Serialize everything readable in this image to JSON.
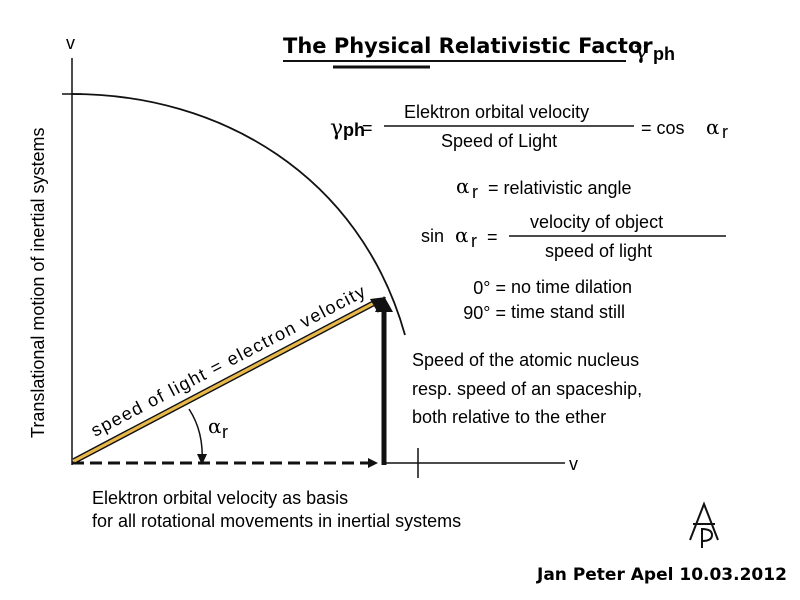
{
  "title": {
    "main": "The Physical Relativistic Factor",
    "symbol": "γ",
    "subscript": "ph"
  },
  "axes": {
    "y_label": "Translational motion of inertial systems",
    "y_top_label": "v",
    "x_right_label": "v"
  },
  "formula1": {
    "lhs_symbol": "γ",
    "lhs_subscript": "ph",
    "equals": "=",
    "numerator": "Elektron orbital velocity",
    "denominator": "Speed of Light",
    "rhs_prefix": "= cos",
    "rhs_symbol": "α",
    "rhs_subscript": "r"
  },
  "definition": {
    "symbol": "α",
    "subscript": "r",
    "text": "= relativistic angle"
  },
  "formula2": {
    "lhs_prefix": "sin",
    "lhs_symbol": "α",
    "lhs_subscript": "r",
    "equals": "=",
    "numerator": "velocity of object",
    "denominator": "speed of light"
  },
  "angle_cases": [
    {
      "value": "0° =",
      "text": "no time dilation"
    },
    {
      "value": "90° =",
      "text": "time stand still"
    }
  ],
  "diagonal_label": "speed of light = electron velocity",
  "angle_label": {
    "symbol": "α",
    "subscript": "r"
  },
  "vertical_note": [
    "Speed of the atomic nucleus",
    "resp. speed of an spaceship,",
    "both relative to the ether"
  ],
  "bottom_note": [
    "Elektron orbital velocity as basis",
    "for all rotational movements in inertial systems"
  ],
  "author": "Jan Peter Apel 10.03.2012",
  "colors": {
    "diagonal_fill": "#E8B84A",
    "ink": "#111111"
  }
}
